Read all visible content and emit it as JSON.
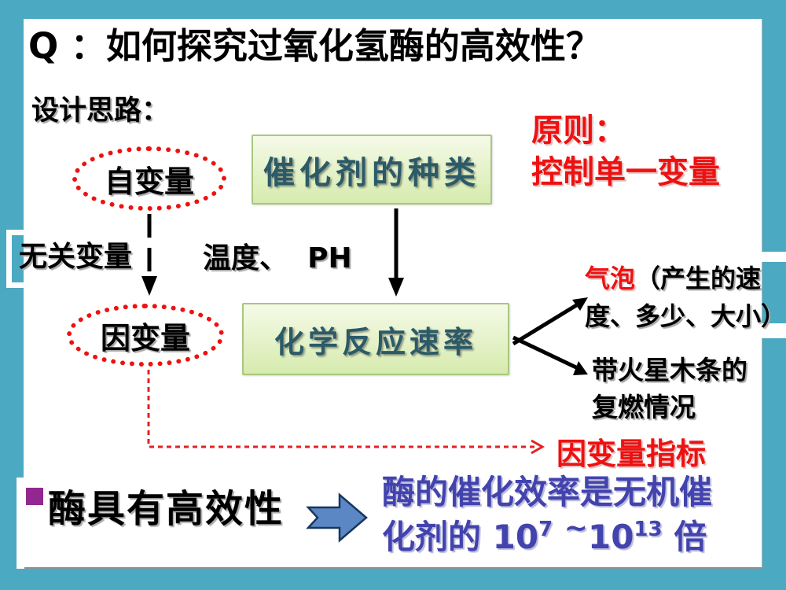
{
  "slide": {
    "title": "Q ：如何探究过氧化氢酶的高效性？",
    "design_label": "设计思路：",
    "principle": {
      "line1": "原则：",
      "line2": "控制单一变量"
    },
    "variables": {
      "independent": "自变量",
      "irrelevant": "无关变量",
      "irrelevant_examples": "温度、  PH",
      "dependent": "因变量"
    },
    "boxes": {
      "catalyst_type": "催化剂的种类",
      "reaction_rate": "化学反应速率"
    },
    "observations": {
      "bubbles_highlight": "气泡",
      "bubbles_rest_line1": "（产生的速",
      "bubbles_line2": "度、多少、大小）",
      "splint_line1": "带火星木条的",
      "splint_line2": "复燃情况"
    },
    "dv_indicator": "因变量指标",
    "conclusion": "酶具有高效性",
    "efficiency": {
      "line1": "酶的催化效率是无机催",
      "line2_prefix": "化剂的 10",
      "line2_sup1": "7",
      "line2_tilde": "~",
      "line2_base2": "10",
      "line2_sup2": "13",
      "line2_suffix": " 倍"
    },
    "colors": {
      "frame_teal": "#4ba9c2",
      "accent_red": "#ee1111",
      "box_green_fill_top": "#f5fae8",
      "box_green_fill_bottom": "#d6ebae",
      "box_green_border": "#a9c77f",
      "box_text_teal": "#2b5a68",
      "efficiency_blue": "#4343ae",
      "block_arrow_blue": "#5b87c5",
      "bullet_purple": "#93278f"
    }
  }
}
